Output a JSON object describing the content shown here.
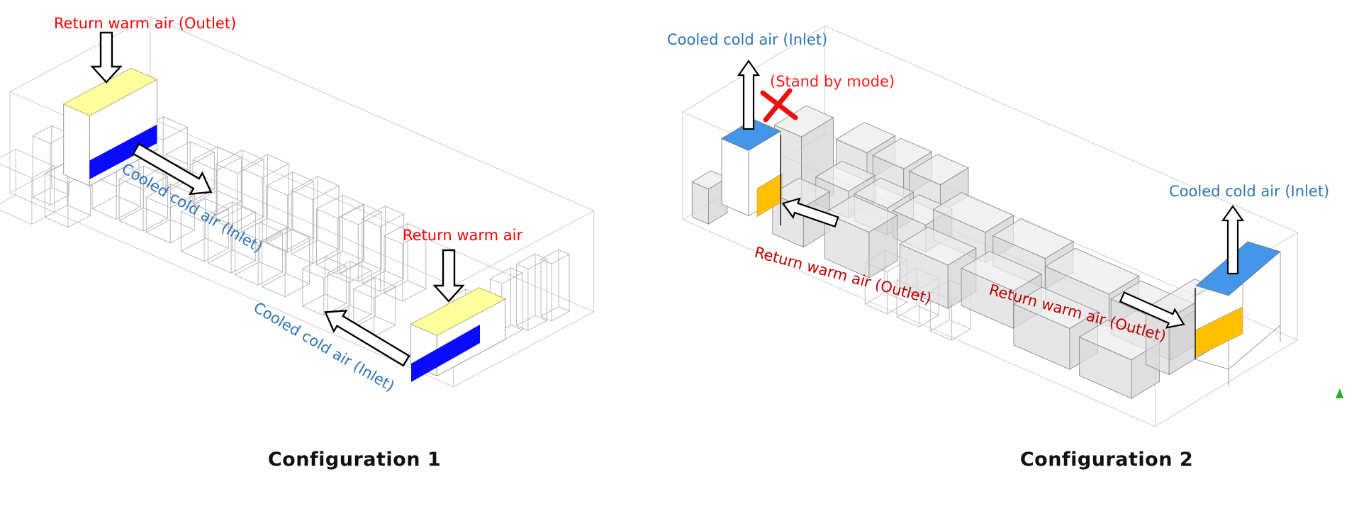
{
  "figure": {
    "config1": {
      "caption": "Configuration 1",
      "labels": {
        "return_warm_outlet": "Return warm air (Outlet)",
        "cooled_cold_inlet_left": "Cooled cold air (Inlet)",
        "return_warm": "Return warm air",
        "cooled_cold_inlet_right": "Cooled cold air (Inlet)"
      },
      "colors": {
        "warm_text": "#ff0000",
        "cold_text": "#2e74b5",
        "outlet_panel": "#ffff9e",
        "inlet_panel": "#0a0aff",
        "caption_text": "#111111"
      }
    },
    "config2": {
      "caption": "Configuration 2",
      "labels": {
        "cooled_cold_inlet_left": "Cooled cold air (Inlet)",
        "standby": "(Stand by mode)",
        "return_warm_outlet_left": "Return warm air (Outlet)",
        "return_warm_outlet_right": "Return warm air (Outlet)",
        "cooled_cold_inlet_right": "Cooled cold air (Inlet)"
      },
      "colors": {
        "warm_text": "#c00000",
        "standby_text": "#fb1b1b",
        "standby_cross": "#e81212",
        "cold_text": "#2e74b5",
        "inlet_panel": "#4596e8",
        "outlet_panel": "#ffc000",
        "caption_text": "#111111",
        "marker_green": "#19b219"
      }
    }
  }
}
